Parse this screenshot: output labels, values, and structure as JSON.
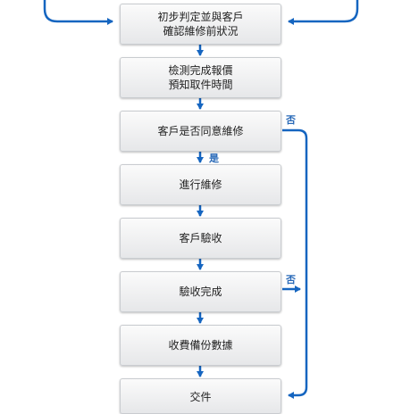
{
  "colors": {
    "arrow": "#1565c0",
    "box_border": "#c9ccd0",
    "box_top": "#fbfbfb",
    "box_bottom": "#e6e7e9"
  },
  "steps": [
    {
      "line1": "初步判定並與客戶",
      "line2": "確認維修前狀況"
    },
    {
      "line1": "檢測完成報價",
      "line2": "預知取件時間"
    },
    {
      "line1": "客戶是否同意維修",
      "line2": ""
    },
    {
      "line1": "進行維修",
      "line2": ""
    },
    {
      "line1": "客戶驗收",
      "line2": ""
    },
    {
      "line1": "驗收完成",
      "line2": ""
    },
    {
      "line1": "收費備份數據",
      "line2": ""
    },
    {
      "line1": "交件",
      "line2": ""
    }
  ],
  "labels": {
    "no_1": "否",
    "yes": "是",
    "no_2": "否"
  }
}
